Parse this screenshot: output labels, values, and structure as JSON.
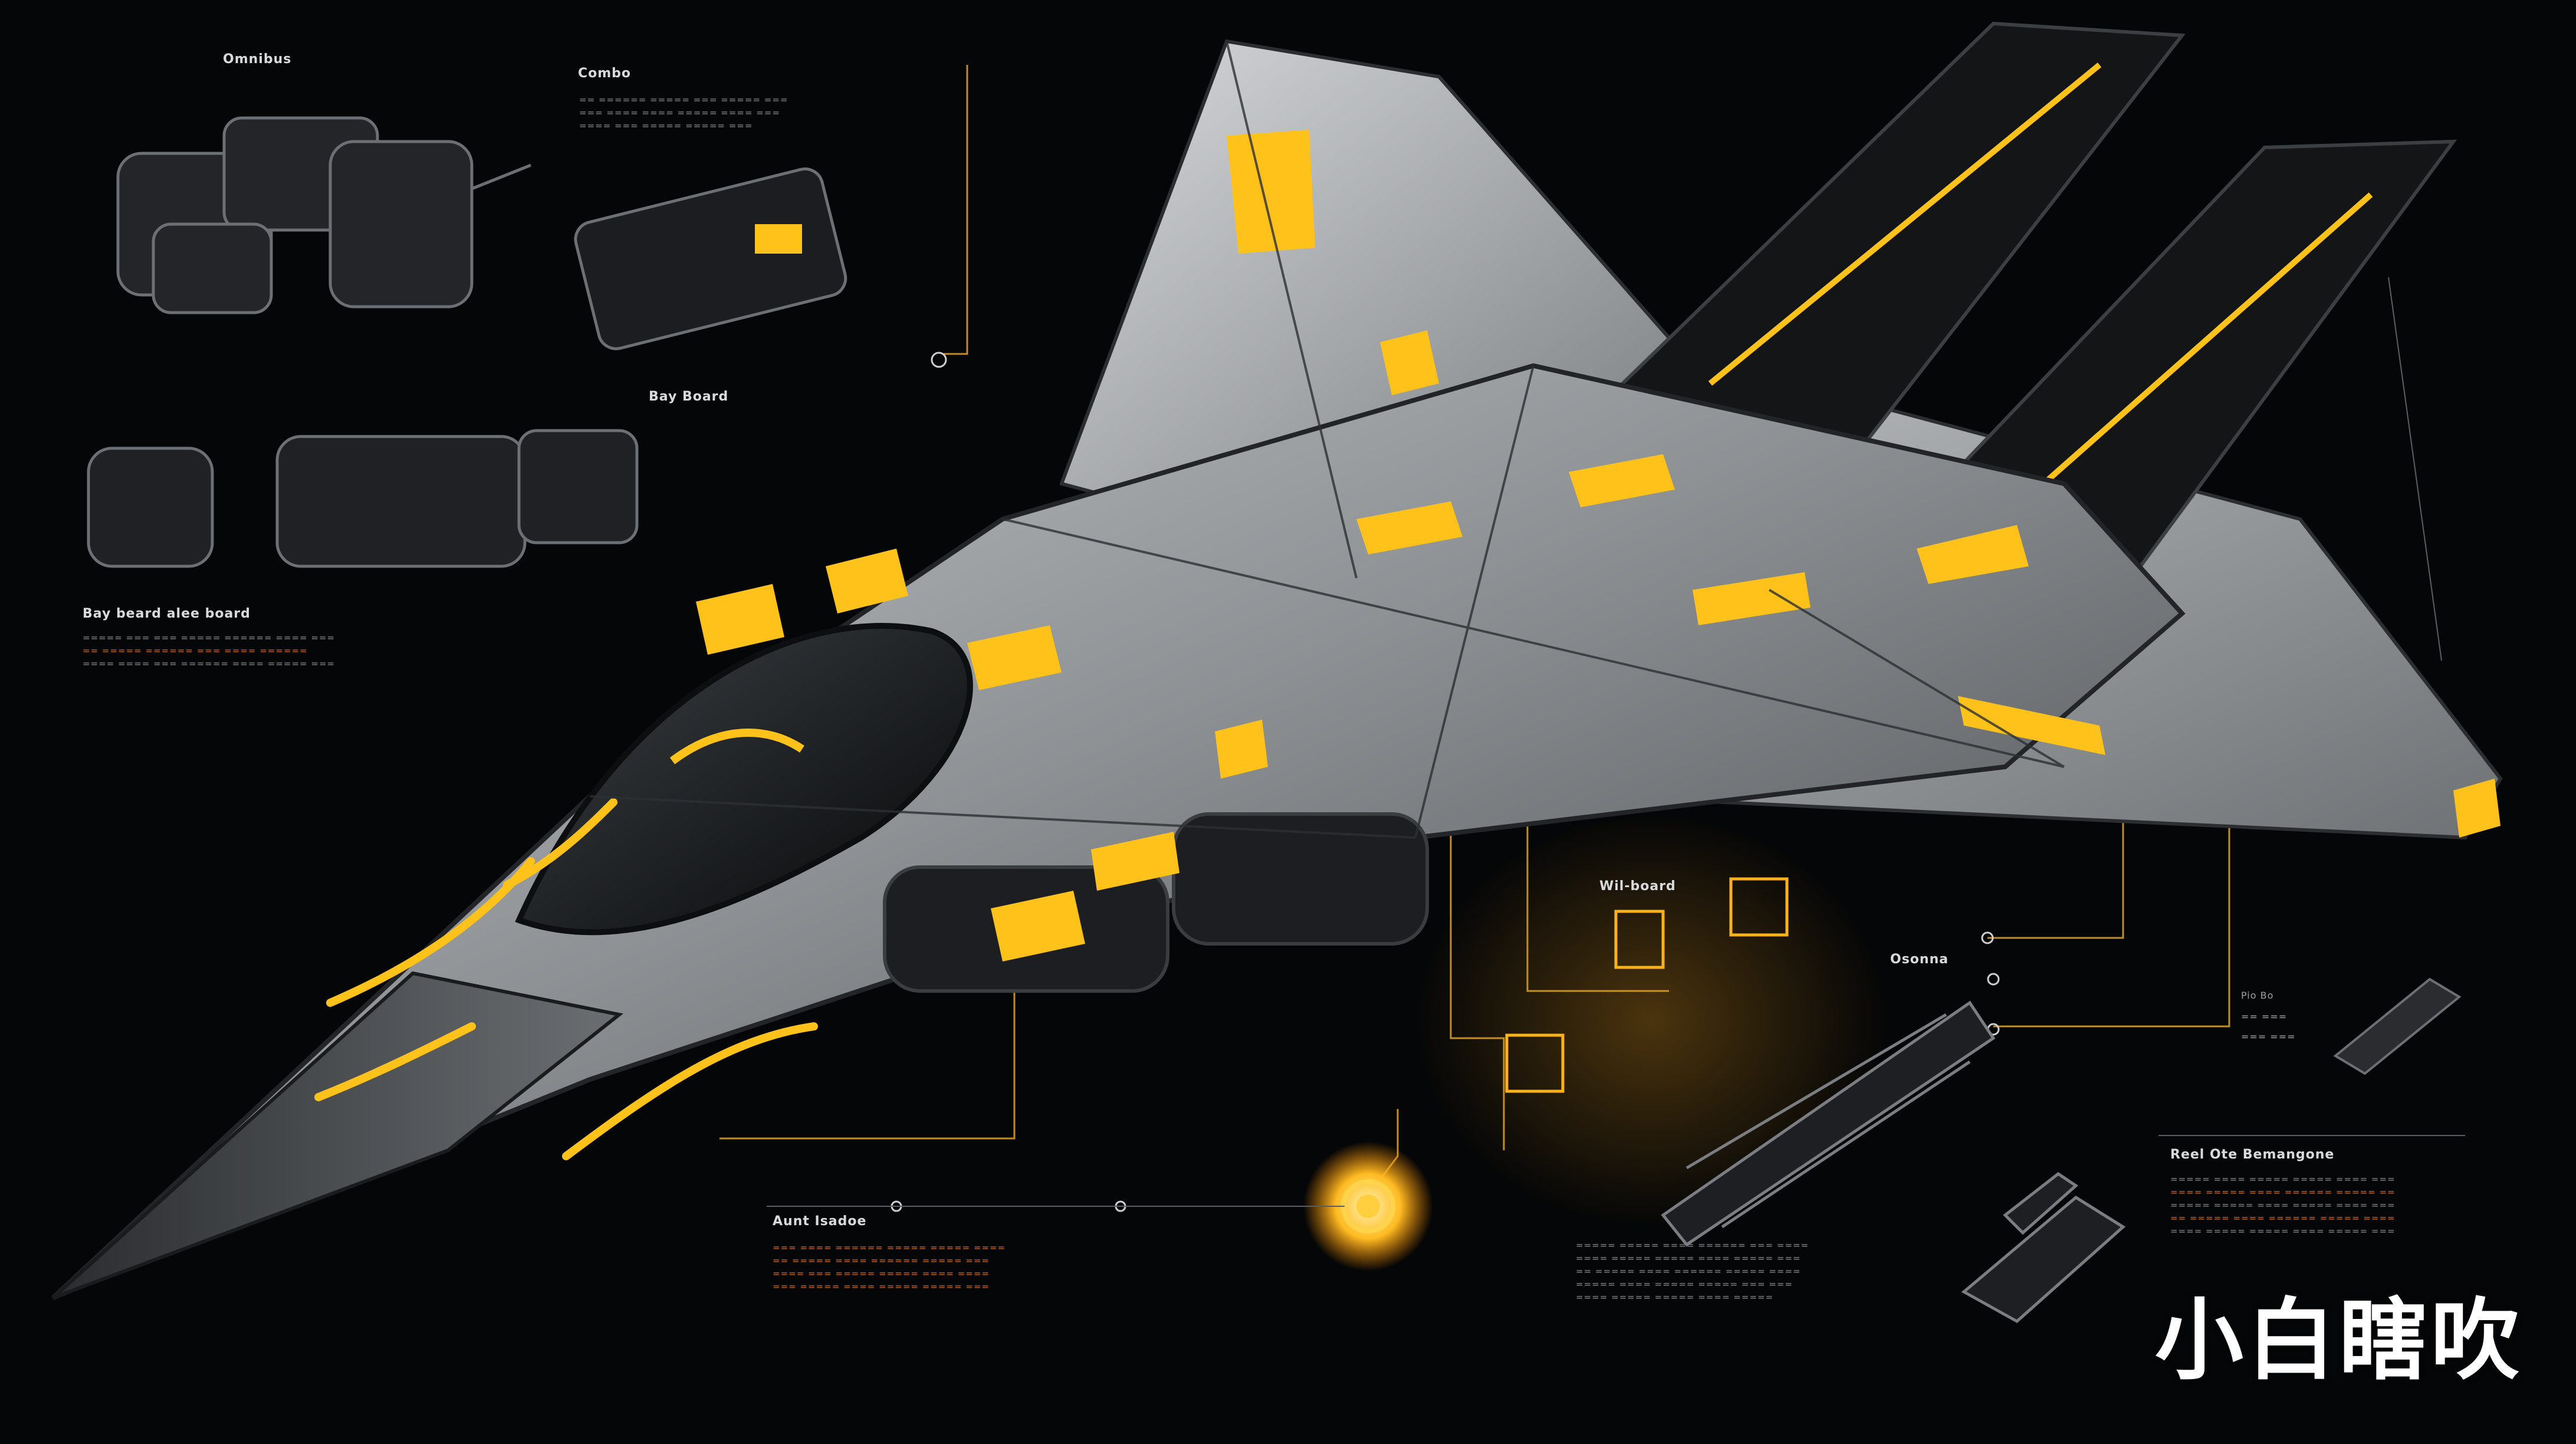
{
  "callouts": {
    "top_left": "Omnibus",
    "top_mid": "Combo",
    "mid": "Bay Board",
    "left_section": "Bay beard alee board",
    "center_box": "Wil-board",
    "right_mid": "Osonna",
    "bottom_mid": "Aunt Isadoe",
    "bottom_right": "Reel Ote Bemangone"
  },
  "filler_rows": {
    "top_mid": [
      "== ====== ===== === ===== ===",
      "=== ==== ==== ===== ==== ===",
      "==== === ===== ===== ==="
    ],
    "left_block": [
      "===== === === ===== ====== ==== ===",
      "== ===== ====== === ==== ======",
      "==== ==== === ====== ==== ===== ==="
    ],
    "bottom_mid": [
      "=== ==== ====== ===== ===== ====",
      "== ===== ==== ====== ===== ===",
      "==== === ===== ===== ==== ====",
      "=== ===== ==== ===== ===== ==="
    ],
    "bottom_center": [
      "===== ===== ==== ====== === ====",
      "==== ===== ===== ==== ===== ===",
      "== ===== ==== ====== ===== ====",
      "===== ==== ===== ===== === ===",
      "==== ===== ===== ==== ====="
    ],
    "bottom_right": [
      "===== ==== ===== ===== ==== ===",
      "==== ===== ==== ====== ===== ==",
      "===== ===== ==== ===== ==== ===",
      "== ===== ==== ====== ===== ====",
      "==== ===== ===== ==== ===== ==="
    ]
  },
  "mini_labels": [
    "Pio Bo",
    "== ===",
    "=== ==="
  ],
  "watermark": "小白瞎吹",
  "colors": {
    "accent": "#ffc21a",
    "body": "#8f9396",
    "dark": "#1b1d20",
    "background": "#050607",
    "text_orange": "#d56a1f"
  }
}
